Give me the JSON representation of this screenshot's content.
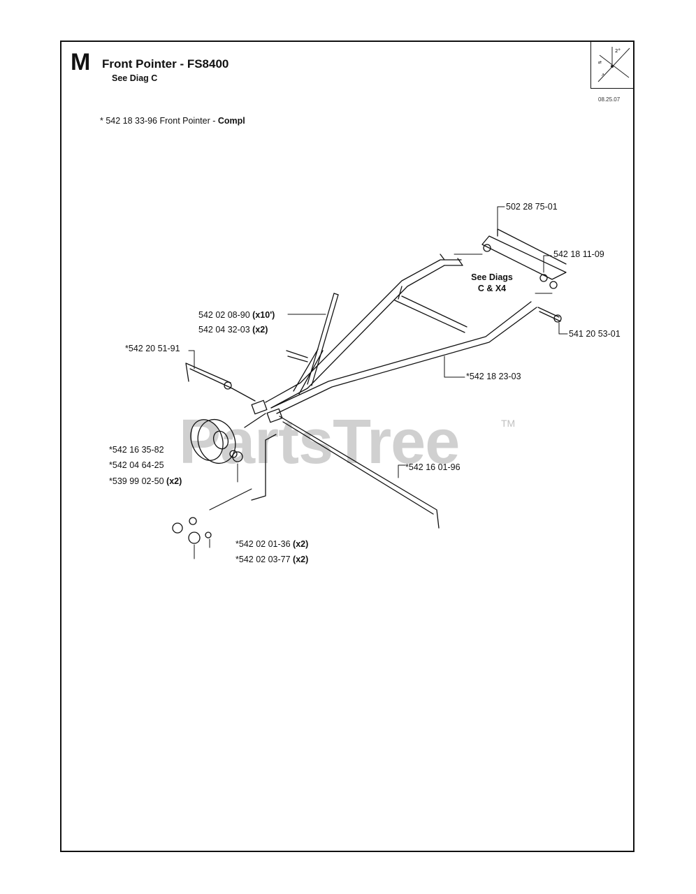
{
  "header": {
    "section_letter": "M",
    "title": "Front Pointer - FS8400",
    "subtitle": "See Diag C",
    "date": "08.25.07"
  },
  "note": {
    "prefix": "* 542 18 33-96 Front Pointer - ",
    "bold": "Compl"
  },
  "see_diags": {
    "line1": "See Diags",
    "line2": "C & X4"
  },
  "labels": {
    "p1": {
      "text": "502 28 75-01",
      "qty": ""
    },
    "p2": {
      "text": "542 18 11-09",
      "qty": ""
    },
    "p3": {
      "text": "542 02 08-90",
      "qty": "(x10')"
    },
    "p4": {
      "text": "542 04 32-03",
      "qty": "(x2)"
    },
    "p5": {
      "text": "*542 20 51-91",
      "qty": ""
    },
    "p6": {
      "text": "541 20 53-01",
      "qty": ""
    },
    "p7": {
      "text": "*542 18 23-03",
      "qty": ""
    },
    "p8": {
      "text": "*542 16 35-82",
      "qty": ""
    },
    "p9": {
      "text": "*542 04 64-25",
      "qty": ""
    },
    "p10": {
      "text": "*539 99 02-50",
      "qty": "(x2)"
    },
    "p11": {
      "text": "*542 16 01-96",
      "qty": ""
    },
    "p12": {
      "text": "*542 02 01-36",
      "qty": "(x2)"
    },
    "p13": {
      "text": "*542 02 03-77",
      "qty": "(x2)"
    }
  },
  "watermark": {
    "text": "PartsTree",
    "tm": "TM"
  }
}
